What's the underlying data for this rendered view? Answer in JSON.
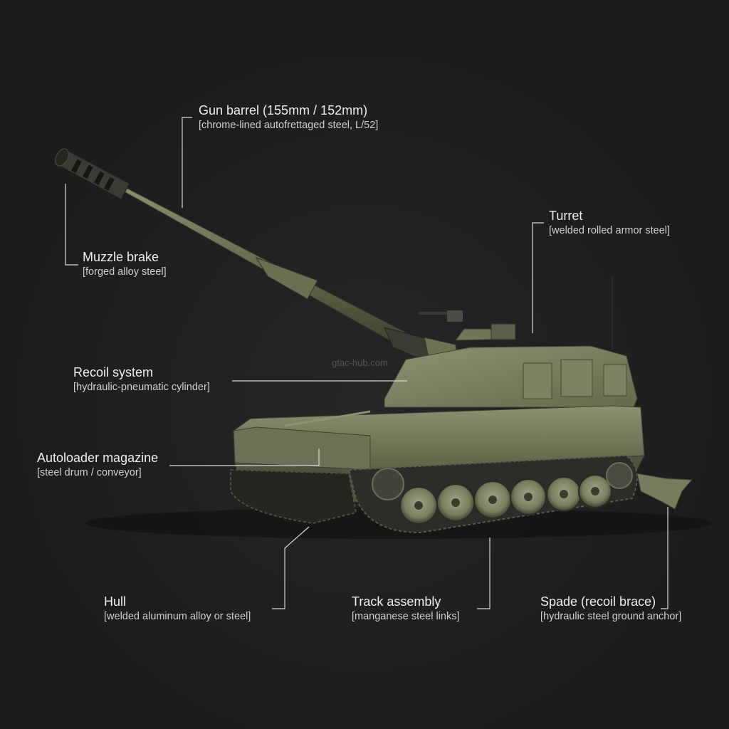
{
  "watermark": "gtac-hub.com",
  "colors": {
    "background": "#1e1e1f",
    "hull_olive": "#6f7656",
    "hull_light": "#8a9170",
    "track_dark": "#2c2d28",
    "leader_line": "#d8d8d8"
  },
  "callouts": [
    {
      "id": "gun",
      "name": "Gun barrel (155mm / 152mm)",
      "material": "[chrome-lined autofrettaged steel, L/52]"
    },
    {
      "id": "muzzle",
      "name": "Muzzle brake",
      "material": "[forged alloy steel]"
    },
    {
      "id": "turret",
      "name": "Turret",
      "material": "[welded rolled armor steel]"
    },
    {
      "id": "recoil",
      "name": "Recoil system",
      "material": "[hydraulic-pneumatic cylinder]"
    },
    {
      "id": "auto",
      "name": "Autoloader magazine",
      "material": "[steel drum / conveyor]"
    },
    {
      "id": "hull",
      "name": "Hull",
      "material": "[welded aluminum alloy or steel]"
    },
    {
      "id": "track",
      "name": "Track assembly",
      "material": "[manganese steel links]"
    },
    {
      "id": "spade",
      "name": "Spade (recoil brace)",
      "material": "[hydraulic steel ground anchor]"
    }
  ]
}
